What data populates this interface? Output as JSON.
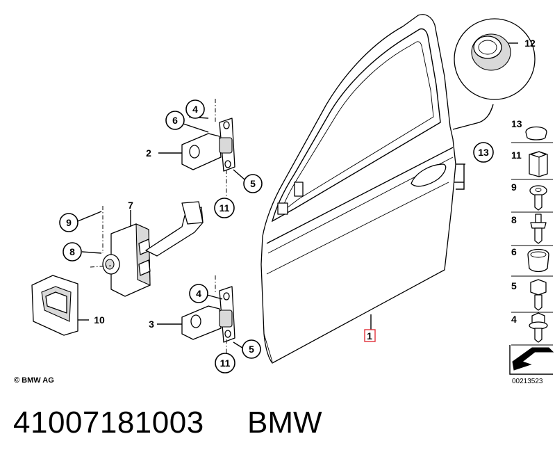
{
  "footer": {
    "copyright": "© BMW AG",
    "diagram_id": "00213523",
    "part_number": "41007181003",
    "brand": "BMW"
  },
  "callouts": {
    "door": "1",
    "upper_hinge": "2",
    "lower_hinge": "3",
    "upper_bolt_4": "4",
    "lower_bolt_4": "4",
    "upper_bolt_5": "5",
    "lower_bolt_5": "5",
    "upper_nut_6": "6",
    "check_link": "7",
    "check_bolt_8": "8",
    "check_bolt_9": "9",
    "grommet": "10",
    "upper_nut_11": "11",
    "lower_nut_11": "11",
    "plug_detail": "12",
    "door_plug": "13"
  },
  "legend": [
    {
      "number": "13",
      "icon": "plug-cap"
    },
    {
      "number": "11",
      "icon": "hex-nut"
    },
    {
      "number": "9",
      "icon": "torx-bolt"
    },
    {
      "number": "8",
      "icon": "stud-bolt"
    },
    {
      "number": "6",
      "icon": "cage-nut"
    },
    {
      "number": "5",
      "icon": "hex-bolt"
    },
    {
      "number": "4",
      "icon": "flange-bolt"
    }
  ],
  "colors": {
    "highlight": "#e0303a",
    "line": "#000000"
  }
}
